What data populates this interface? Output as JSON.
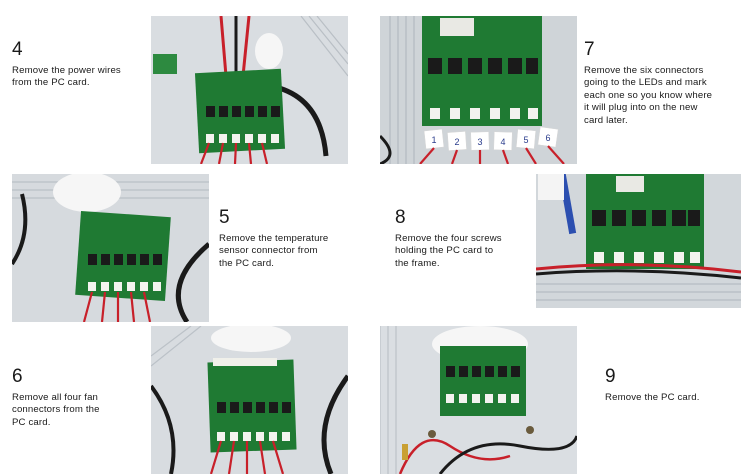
{
  "steps": [
    {
      "number": "4",
      "text": "Remove the power wires\nfrom the PC card."
    },
    {
      "number": "5",
      "text": "Remove the temperature\nsensor connector from\nthe PC card."
    },
    {
      "number": "6",
      "text": "Remove all four fan\nconnectors from the\nPC card."
    },
    {
      "number": "7",
      "text": "Remove the six connectors\ngoing to the LEDs and mark\neach one so you know where\nit will plug into on the new\ncard later."
    },
    {
      "number": "8",
      "text": "Remove the four screws\nholding the PC card to\nthe frame."
    },
    {
      "number": "9",
      "text": "Remove the PC card."
    }
  ],
  "led_labels": [
    "1",
    "2",
    "3",
    "4",
    "5",
    "6"
  ],
  "colors": {
    "board": "#1f7a33",
    "frame": "#d5d9dd",
    "wire_red": "#c8202a",
    "wire_black": "#1a1a1a"
  }
}
